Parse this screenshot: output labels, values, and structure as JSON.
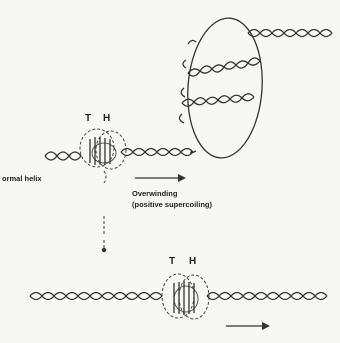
{
  "labels": {
    "top_t": "T",
    "top_h": "H",
    "bottom_t": "T",
    "bottom_h": "H",
    "normal_helix": "ormal helix",
    "overwinding": "Overwinding",
    "positive_supercoiling": "(positive supercoiling)"
  },
  "colors": {
    "background": "#f7f7f5",
    "ink": "#333333"
  }
}
